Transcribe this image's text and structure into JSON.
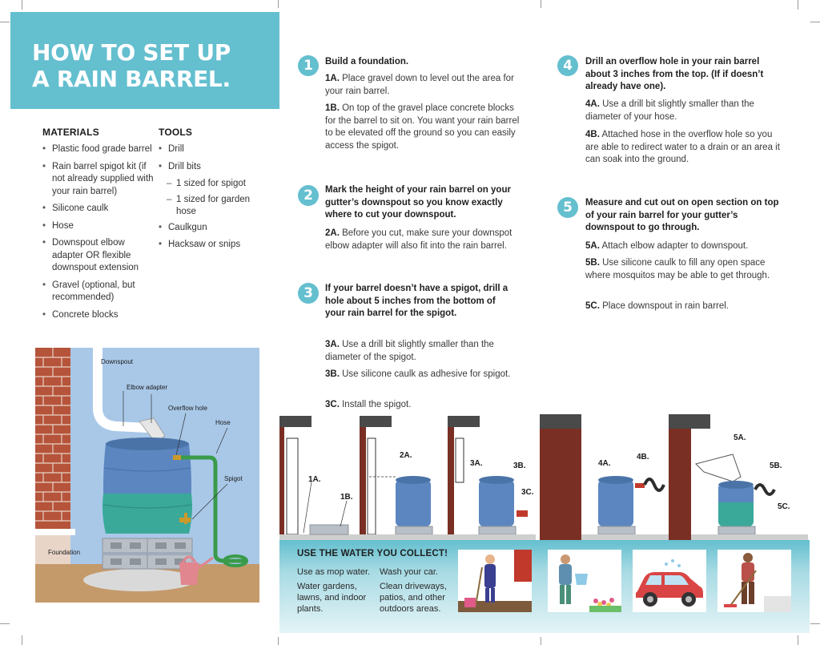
{
  "title_line1": "HOW TO SET UP",
  "title_line2": "A RAIN BARREL.",
  "materials": {
    "heading": "MATERIALS",
    "items": [
      "Plastic food grade barrel",
      "Rain barrel spigot kit (if not already supplied with your rain barrel)",
      "Silicone caulk",
      "Hose",
      "Downspout elbow adapter OR flexible downspout extension",
      "Gravel (optional, but recommended)",
      "Concrete blocks"
    ]
  },
  "tools": {
    "heading": "TOOLS",
    "items": [
      "Drill",
      "Drill bits",
      "1 sized for spigot",
      "1 sized for garden hose",
      "Caulkgun",
      "Hacksaw or snips"
    ]
  },
  "diagram_labels": {
    "downspout": "Downspout",
    "elbow": "Elbow adapter",
    "overflow": "Overflow hole",
    "hose": "Hose",
    "spigot": "Spigot",
    "foundation": "Foundation"
  },
  "steps": [
    {
      "number": "1",
      "title": "Build a foundation.",
      "substeps": [
        {
          "id": "1A.",
          "text": "Place gravel down to level out the area for your rain barrel."
        },
        {
          "id": "1B.",
          "text": "On top of the gravel place concrete blocks for the barrel to sit on. You want your rain barrel to be elevated off the ground so you can easily access the spigot."
        }
      ]
    },
    {
      "number": "2",
      "title": "Mark the height of your rain barrel on your gutter’s downspout so you know exactly where to cut your downspout.",
      "substeps": [
        {
          "id": "2A.",
          "text": "Before you cut, make sure your downspot elbow adapter will also fit into the rain barrel."
        }
      ]
    },
    {
      "number": "3",
      "title": "If your barrel doesn’t have a spigot, drill a hole about 5 inches from the bottom of your rain barrel for the spigot.",
      "substeps": [
        {
          "id": "3A.",
          "text": "Use a drill bit slightly smaller than the diameter of the spigot."
        },
        {
          "id": "3B.",
          "text": "Use silicone caulk as adhesive for spigot."
        },
        {
          "id": "3C.",
          "text": "Install the spigot."
        }
      ]
    },
    {
      "number": "4",
      "title": "Drill an overflow hole in your rain barrel about 3 inches from the top. (If if doesn’t already have one).",
      "substeps": [
        {
          "id": "4A.",
          "text": "Use a drill bit slightly smaller than the diameter of your hose."
        },
        {
          "id": "4B.",
          "text": "Attached hose in the overflow hole so you are able to redirect water to a drain or an area it can soak into the ground."
        }
      ]
    },
    {
      "number": "5",
      "title": "Measure and cut out on open section on top of your rain barrel for your gutter’s downspout to go through.",
      "substeps": [
        {
          "id": "5A.",
          "text": "Attach elbow adapter to downspout."
        },
        {
          "id": "5B.",
          "text": "Use silicone caulk to fill any open space where mosquitos may be able to get through."
        },
        {
          "id": "5C.",
          "text": "Place downspout in rain barrel."
        }
      ]
    }
  ],
  "strip_labels": [
    "1A.",
    "1B.",
    "2A.",
    "3A.",
    "3B.",
    "3C.",
    "4A.",
    "4B.",
    "5A.",
    "5B.",
    "5C."
  ],
  "use_water": {
    "title": "USE THE WATER YOU COLLECT!",
    "items": [
      "Use as mop water.",
      "Wash your car.",
      "Water gardens, lawns, and indoor plants.",
      "Clean driveways, patios, and other outdoors areas."
    ]
  },
  "colors": {
    "accent": "#64bfcf",
    "barrel": "#5b86c0",
    "water": "#3aa99a",
    "brick": "#b5543a",
    "wall": "#7a2f24"
  }
}
